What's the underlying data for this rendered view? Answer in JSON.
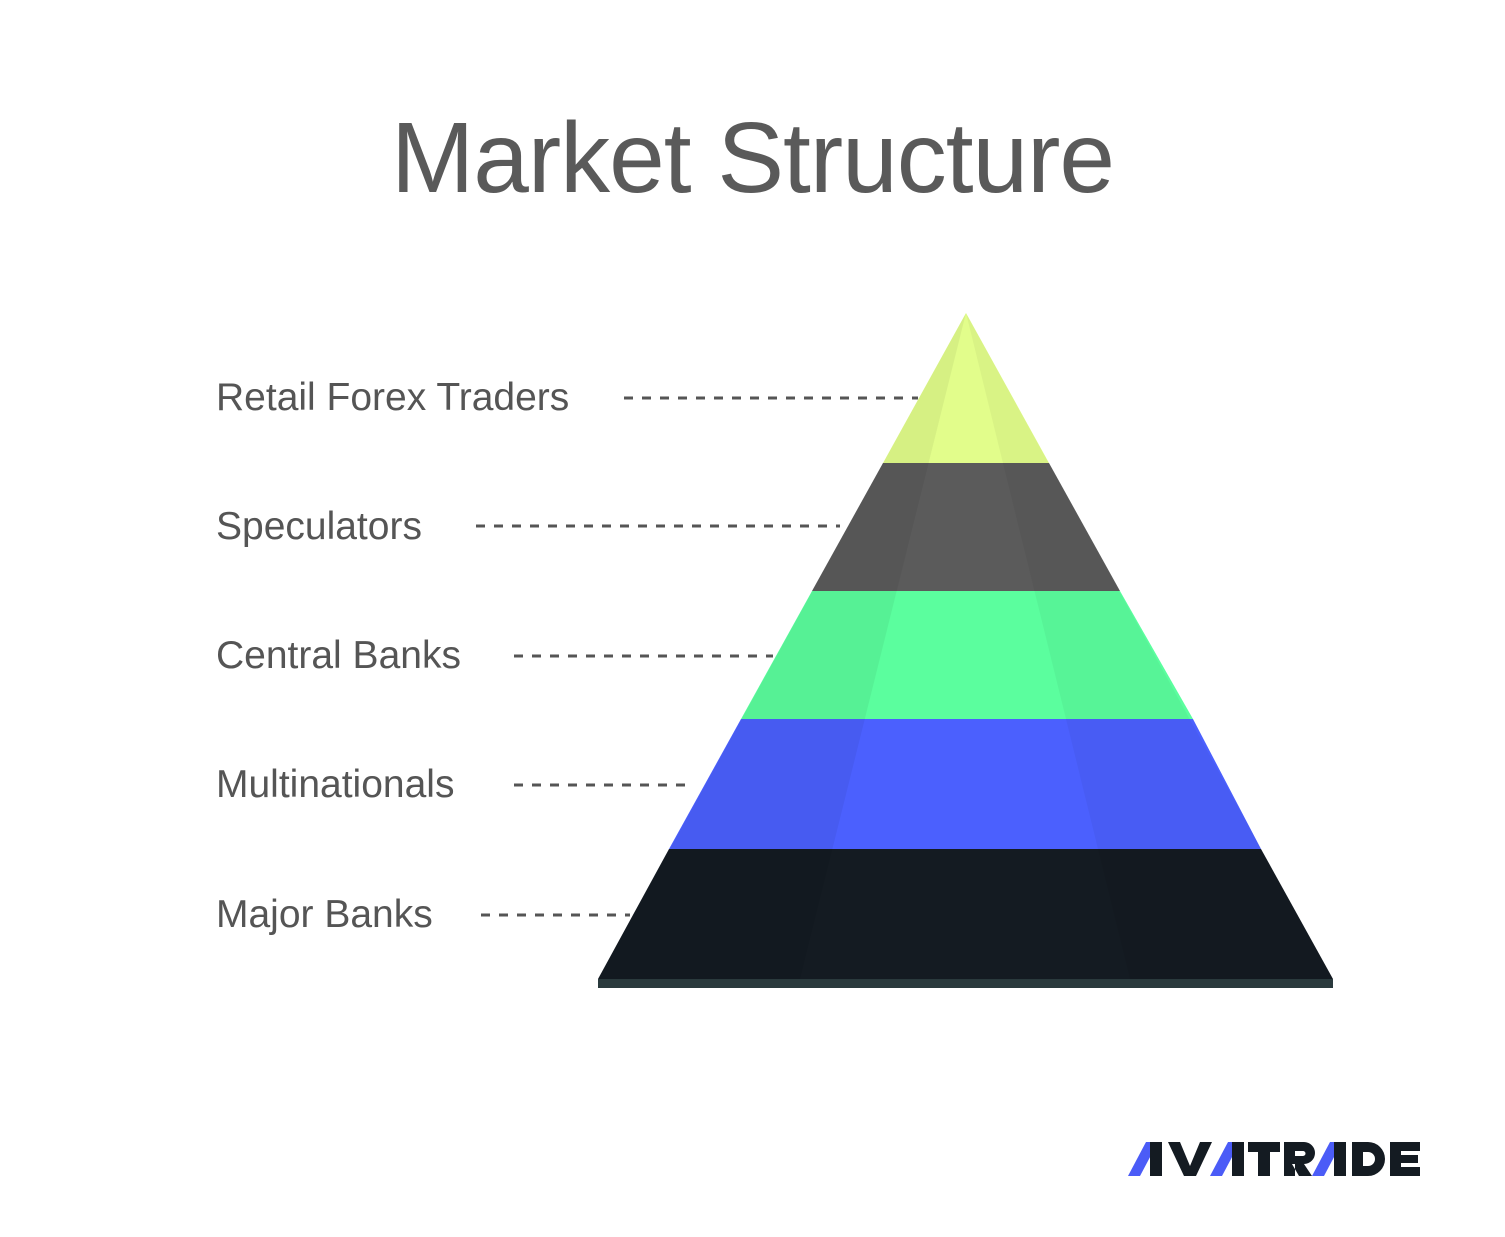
{
  "title": "Market Structure",
  "levels": [
    {
      "label": "Retail Forex Traders",
      "color": "#e2fd8b"
    },
    {
      "label": "Speculators",
      "color": "#5b5b5b"
    },
    {
      "label": "Central Banks",
      "color": "#5bfe9e"
    },
    {
      "label": "Multinationals",
      "color": "#4b60fe"
    },
    {
      "label": "Major Banks",
      "color": "#141b22"
    }
  ],
  "brand": {
    "logo_text": "AVATRADE",
    "accent_color": "#4b5cf7",
    "dark_color": "#141b22"
  }
}
